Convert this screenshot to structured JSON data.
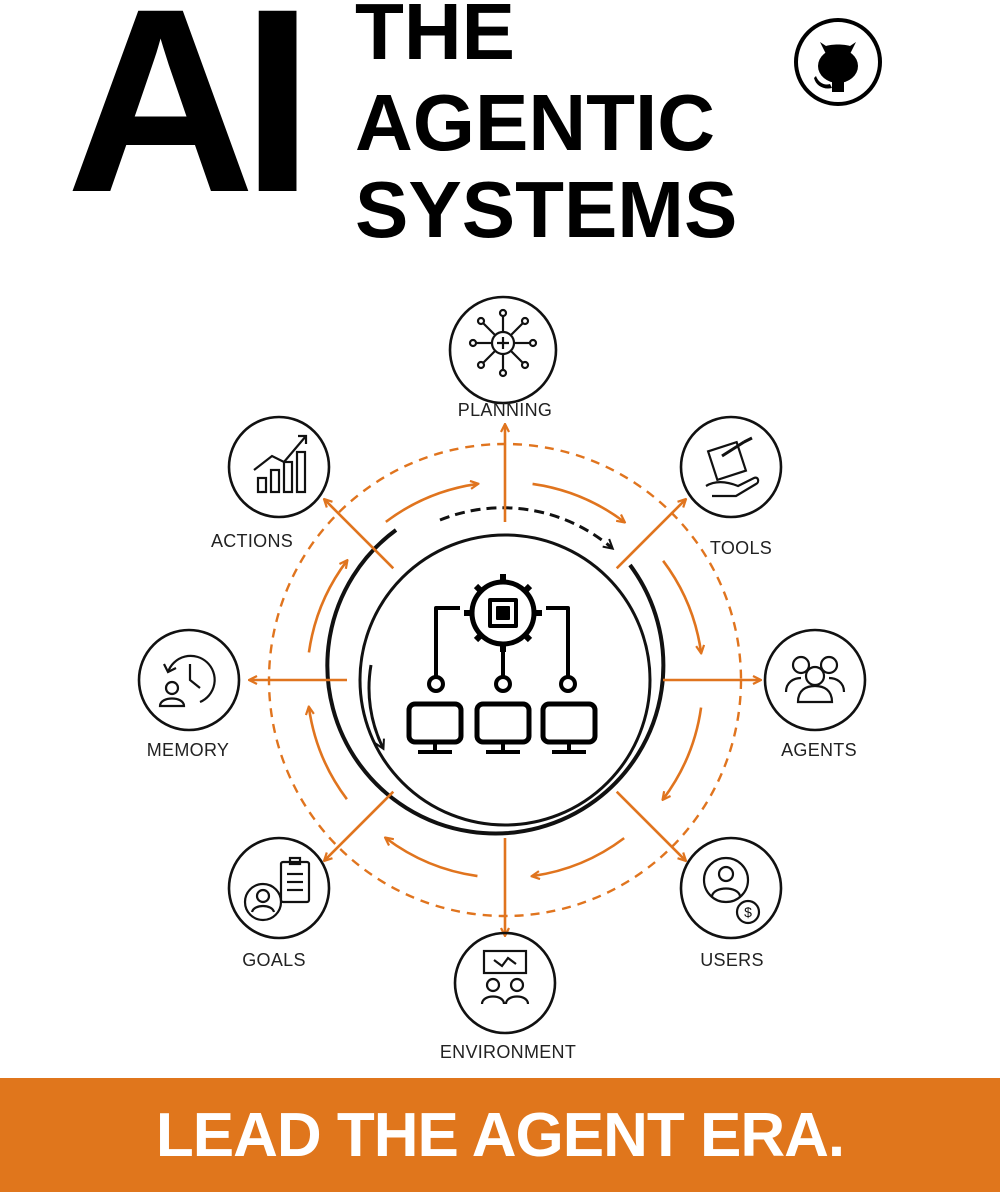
{
  "title": {
    "ai": "AI",
    "lines": [
      "THE",
      "AGENTIC",
      "SYSTEMS"
    ]
  },
  "badge": {
    "icon": "github-icon"
  },
  "diagram": {
    "center_icon": "cpu-network-icon",
    "nodes": [
      {
        "id": "planning",
        "label": "PLANNING",
        "icon": "network-node-icon"
      },
      {
        "id": "tools",
        "label": "TOOLS",
        "icon": "hand-tools-icon"
      },
      {
        "id": "agents",
        "label": "AGENTS",
        "icon": "team-icon"
      },
      {
        "id": "users",
        "label": "USERS",
        "icon": "user-dollar-icon"
      },
      {
        "id": "environment",
        "label": "ENVIRONMENT",
        "icon": "presentation-icon"
      },
      {
        "id": "goals",
        "label": "GOALS",
        "icon": "clipboard-person-icon"
      },
      {
        "id": "memory",
        "label": "MEMORY",
        "icon": "history-person-icon"
      },
      {
        "id": "actions",
        "label": "ACTIONS",
        "icon": "growth-chart-icon"
      }
    ]
  },
  "banner": {
    "text": "LEAD THE AGENT ERA."
  },
  "colors": {
    "accent": "#e0741e",
    "banner": "#e0761c",
    "text": "#000000",
    "background": "#ffffff"
  }
}
